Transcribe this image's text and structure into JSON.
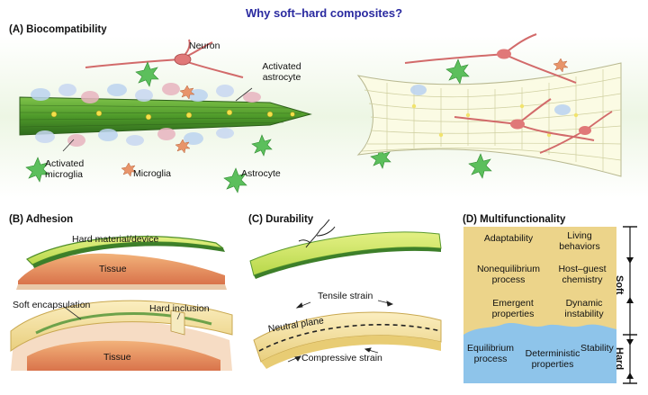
{
  "title": "Why soft–hard composites?",
  "panels": {
    "a": {
      "heading": "(A)  Biocompatibility",
      "labels": {
        "neuron": "Neuron",
        "activated_astrocyte": "Activated\nastrocyte",
        "activated_microglia": "Activated\nmicroglia",
        "microglia": "Microglia",
        "astrocyte": "Astrocyte"
      }
    },
    "b": {
      "heading": "(B)  Adhesion",
      "labels": {
        "hard_material": "Hard material/device",
        "tissue_top": "Tissue",
        "soft_encapsulation": "Soft encapsulation",
        "hard_inclusion": "Hard inclusion",
        "tissue_bottom": "Tissue"
      }
    },
    "c": {
      "heading": "(C)  Durability",
      "labels": {
        "tensile_strain": "Tensile strain",
        "neutral_plane": "Neutral plane",
        "compressive_strain": "Compressive strain"
      }
    },
    "d": {
      "heading": "(D)  Multifunctionality",
      "soft_items": {
        "adaptability": "Adaptability",
        "living_behaviors": "Living\nbehaviors",
        "nonequilibrium_process": "Nonequilibrium\nprocess",
        "host_guest_chemistry": "Host–guest\nchemistry",
        "emergent_properties": "Emergent\nproperties",
        "dynamic_instability": "Dynamic\ninstability"
      },
      "hard_items": {
        "equilibrium_process": "Equilibrium\nprocess",
        "deterministic_properties": "Deterministic\nproperties",
        "stability": "Stability"
      },
      "axis": {
        "soft": "Soft",
        "hard": "Hard"
      },
      "colors": {
        "soft": "#ecd48a",
        "hard": "#8ec4ea"
      }
    }
  }
}
